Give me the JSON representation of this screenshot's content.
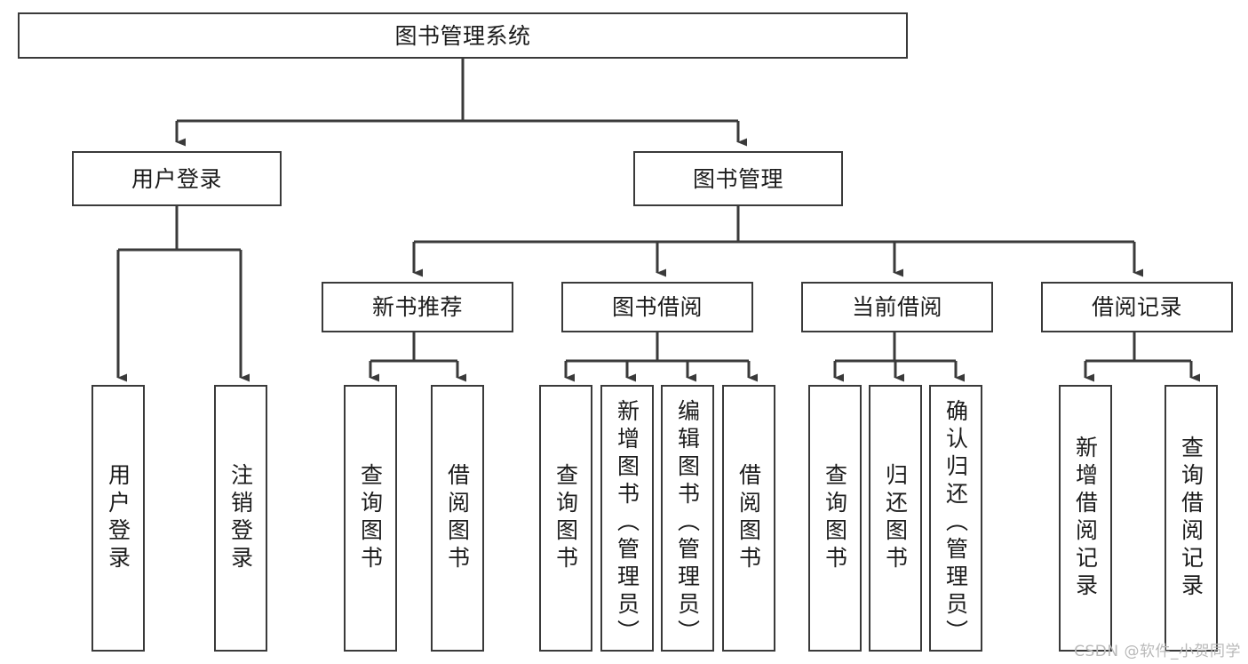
{
  "diagram": {
    "title": "图书管理系统",
    "type": "tree-hierarchy-chart",
    "watermark": "CSDN @软件_小贺同学",
    "colors": {
      "background": "#ffffff",
      "border": "#3a3a3a",
      "text": "#1c1c1c",
      "edge": "#3a3a3a",
      "watermark": "#b9b9b9"
    },
    "root": {
      "id": "root",
      "label": "图书管理系统"
    },
    "level2": [
      {
        "id": "user-login",
        "label": "用户登录"
      },
      {
        "id": "book-management",
        "label": "图书管理"
      }
    ],
    "level3": [
      {
        "id": "new-book-recommend",
        "label": "新书推荐",
        "parent": "book-management"
      },
      {
        "id": "book-borrow",
        "label": "图书借阅",
        "parent": "book-management"
      },
      {
        "id": "current-borrow",
        "label": "当前借阅",
        "parent": "book-management"
      },
      {
        "id": "borrow-record",
        "label": "借阅记录",
        "parent": "book-management"
      }
    ],
    "leaves": {
      "user-login": [
        {
          "id": "leaf-user-login",
          "label": "用户登录"
        },
        {
          "id": "leaf-user-logout",
          "label": "注销登录"
        }
      ],
      "new-book-recommend": [
        {
          "id": "leaf-query-book-1",
          "label": "查询图书"
        },
        {
          "id": "leaf-borrow-book-1",
          "label": "借阅图书"
        }
      ],
      "book-borrow": [
        {
          "id": "leaf-query-book-2",
          "label": "查询图书"
        },
        {
          "id": "leaf-add-book",
          "label": "新增图书（管理员）"
        },
        {
          "id": "leaf-edit-book",
          "label": "编辑图书（管理员）"
        },
        {
          "id": "leaf-borrow-book-2",
          "label": "借阅图书"
        }
      ],
      "current-borrow": [
        {
          "id": "leaf-query-book-3",
          "label": "查询图书"
        },
        {
          "id": "leaf-return-book",
          "label": "归还图书"
        },
        {
          "id": "leaf-confirm-return",
          "label": "确认归还（管理员）"
        }
      ],
      "borrow-record": [
        {
          "id": "leaf-add-record",
          "label": "新增借阅记录"
        },
        {
          "id": "leaf-query-record",
          "label": "查询借阅记录"
        }
      ]
    }
  }
}
